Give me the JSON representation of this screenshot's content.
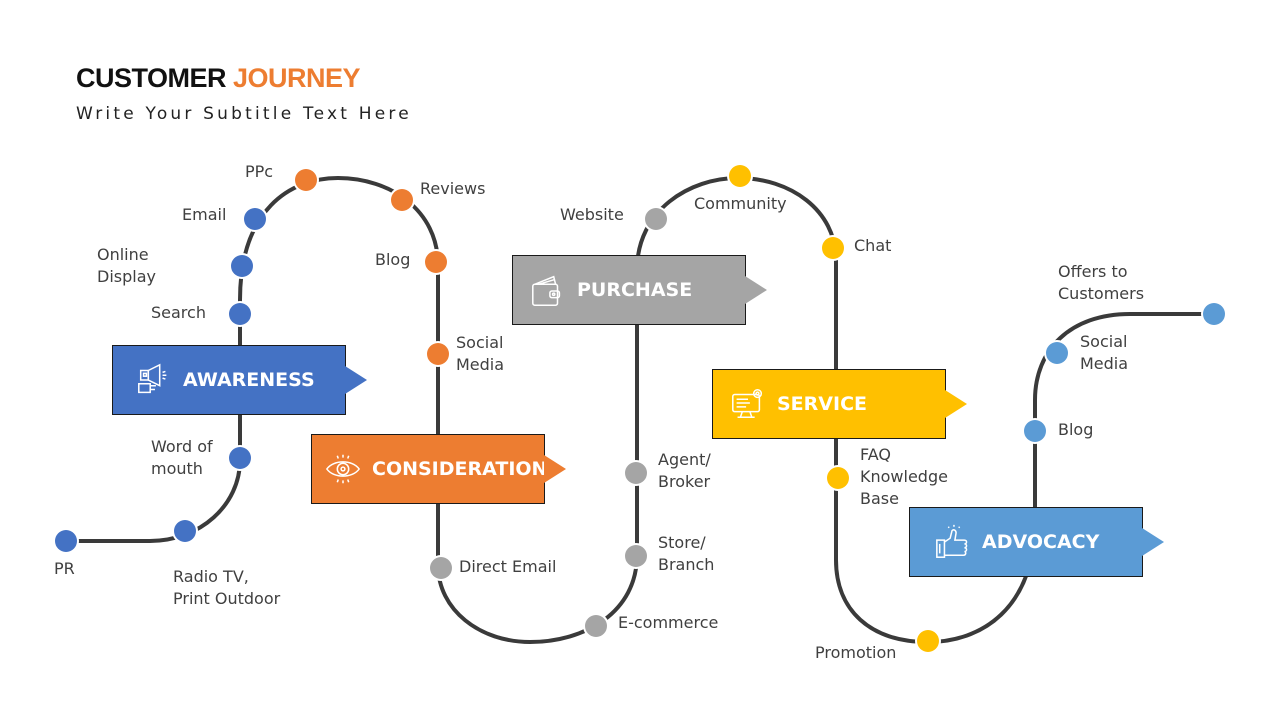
{
  "header": {
    "title_main": "CUSTOMER",
    "title_accent": "JOURNEY",
    "subtitle": "Write Your Subtitle Text Here"
  },
  "colors": {
    "awareness": "#4472C4",
    "consideration": "#ED7D31",
    "purchase": "#A5A5A5",
    "service": "#FFC000",
    "advocacy": "#5B9BD5",
    "path": "#3A3A3A",
    "label_text": "#404040"
  },
  "stages": [
    {
      "id": "awareness",
      "label": "AWARENESS",
      "icon": "megaphone-icon"
    },
    {
      "id": "consideration",
      "label": "CONSIDERATION",
      "icon": "eye-icon"
    },
    {
      "id": "purchase",
      "label": "PURCHASE",
      "icon": "wallet-icon"
    },
    {
      "id": "service",
      "label": "SERVICE",
      "icon": "computer-gear-icon"
    },
    {
      "id": "advocacy",
      "label": "ADVOCACY",
      "icon": "thumbs-up-icon"
    }
  ],
  "touchpoints": [
    {
      "label": "PR",
      "stage": "awareness"
    },
    {
      "label": "Radio TV,\nPrint Outdoor",
      "stage": "awareness"
    },
    {
      "label": "Word of\nmouth",
      "stage": "awareness"
    },
    {
      "label": "Search",
      "stage": "awareness"
    },
    {
      "label": "Online\nDisplay",
      "stage": "awareness"
    },
    {
      "label": "Email",
      "stage": "awareness"
    },
    {
      "label": "PPc",
      "stage": "consideration"
    },
    {
      "label": "Reviews",
      "stage": "consideration"
    },
    {
      "label": "Blog",
      "stage": "consideration"
    },
    {
      "label": "Social\nMedia",
      "stage": "consideration"
    },
    {
      "label": "Direct Email",
      "stage": "purchase"
    },
    {
      "label": "E-commerce",
      "stage": "purchase"
    },
    {
      "label": "Store/\nBranch",
      "stage": "purchase"
    },
    {
      "label": "Agent/\nBroker",
      "stage": "purchase"
    },
    {
      "label": "Website",
      "stage": "purchase"
    },
    {
      "label": "Community",
      "stage": "service"
    },
    {
      "label": "Chat",
      "stage": "service"
    },
    {
      "label": "FAQ\nKnowledge\nBase",
      "stage": "service"
    },
    {
      "label": "Promotion",
      "stage": "service"
    },
    {
      "label": "Blog",
      "stage": "advocacy"
    },
    {
      "label": "Social\nMedia",
      "stage": "advocacy"
    },
    {
      "label": "Offers to\nCustomers",
      "stage": "advocacy"
    }
  ]
}
